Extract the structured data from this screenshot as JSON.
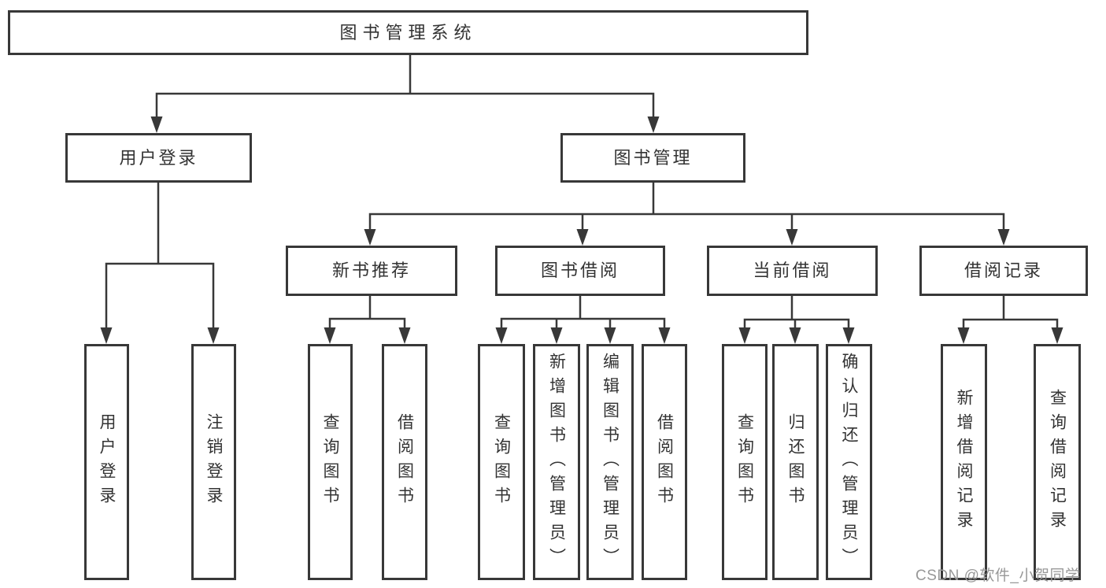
{
  "title": "图书管理系统",
  "tree": {
    "label": "图书管理系统",
    "children": [
      {
        "label": "用户登录",
        "children": [
          {
            "label": "用户登录"
          },
          {
            "label": "注销登录"
          }
        ]
      },
      {
        "label": "图书管理",
        "children": [
          {
            "label": "新书推荐",
            "children": [
              {
                "label": "查询图书"
              },
              {
                "label": "借阅图书"
              }
            ]
          },
          {
            "label": "图书借阅",
            "children": [
              {
                "label": "查询图书"
              },
              {
                "label": "新增图书（管理员）"
              },
              {
                "label": "编辑图书（管理员）"
              },
              {
                "label": "借阅图书"
              }
            ]
          },
          {
            "label": "当前借阅",
            "children": [
              {
                "label": "查询图书"
              },
              {
                "label": "归还图书"
              },
              {
                "label": "确认归还（管理员）"
              }
            ]
          },
          {
            "label": "借阅记录",
            "children": [
              {
                "label": "新增借阅记录"
              },
              {
                "label": "查询借阅记录"
              }
            ]
          }
        ]
      }
    ]
  },
  "watermark": "CSDN @软件_小贺同学",
  "colors": {
    "line": "#383838",
    "box_border": "#383838",
    "text": "#333333",
    "background": "#ffffff",
    "watermark": "#989898"
  }
}
